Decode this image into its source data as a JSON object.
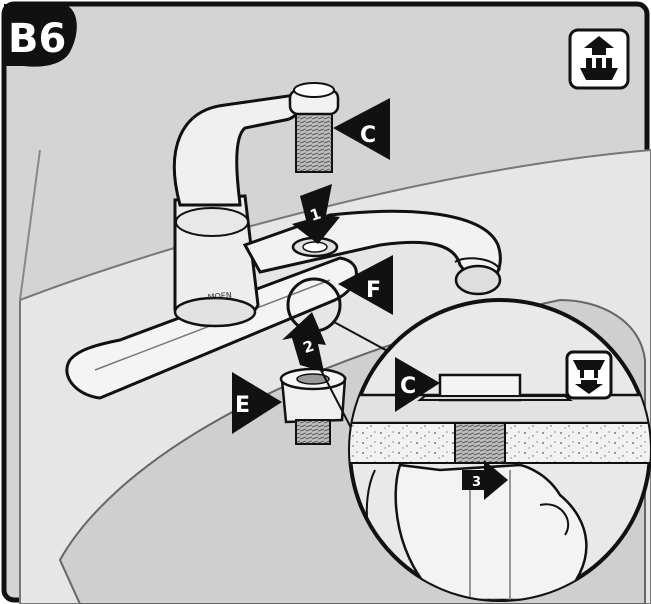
{
  "step": {
    "badge": "B6"
  },
  "callouts": {
    "c_top": "C",
    "f": "F",
    "e": "E",
    "c_inset": "C"
  },
  "arrows": {
    "one": "1",
    "two": "2",
    "three": "3"
  },
  "icons": {
    "above_counter": "above-counter-icon",
    "below_counter": "below-counter-icon"
  }
}
